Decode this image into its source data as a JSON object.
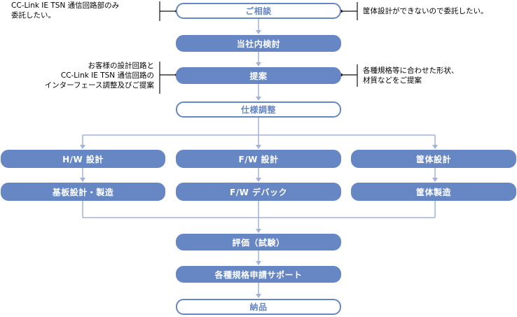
{
  "colors": {
    "box_fill": "#6686c4",
    "box_border": "#6686c4",
    "connector": "#a0b3d8",
    "bracket": "#111111",
    "box_text": "#ffffff",
    "note_text": "#000000"
  },
  "steps": {
    "consultation": "ご相談",
    "internal_review": "当社内検討",
    "proposal": "提案",
    "spec_adjustment": "仕様調整",
    "hw_design": "H/W 設計",
    "fw_design": "F/W 設計",
    "case_design": "筐体設計",
    "board_design_manufacturing": "基板設計・製造",
    "fw_debug": "F/W デバック",
    "case_manufacturing": "筐体製造",
    "evaluation": "評価（試験）",
    "certification_support": "各種規格申請サポート",
    "delivery": "納品"
  },
  "notes": {
    "consult_left": [
      "CC-Link IE TSN 通信回路部のみ",
      "委託したい。"
    ],
    "consult_right": [
      "筐体設計ができないので委託したい。"
    ],
    "proposal_left": [
      "お客様の設計回路と",
      "CC-Link IE TSN 通信回路の",
      "インターフェース調整及びご提案"
    ],
    "proposal_right": [
      "各種規格等に合わせた形状、",
      "材質などをご提案"
    ]
  }
}
